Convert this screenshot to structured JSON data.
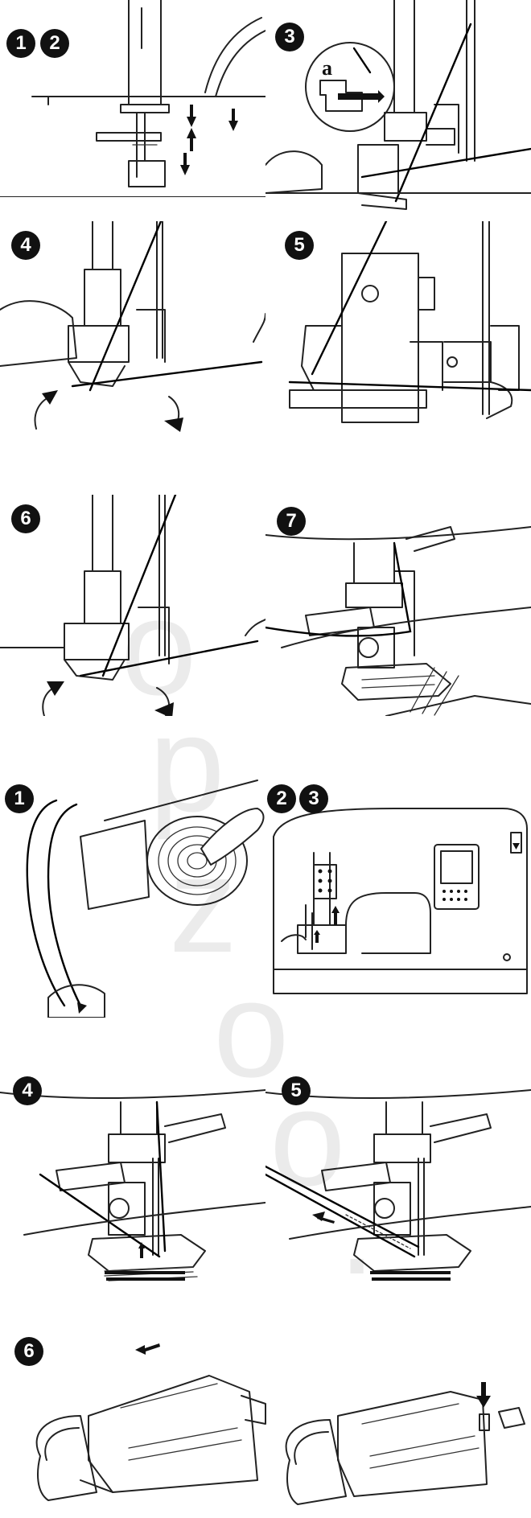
{
  "steps": {
    "s1": "1",
    "s2": "2",
    "s3": "3",
    "s4": "4",
    "s5": "5",
    "s6": "6",
    "s7": "7",
    "b1": "1",
    "b2": "2",
    "b3": "3",
    "b4": "4",
    "b5": "5",
    "b6": "6"
  },
  "detail_label": "a",
  "watermark": [
    "o",
    "p",
    "z",
    "o",
    "o",
    "."
  ]
}
